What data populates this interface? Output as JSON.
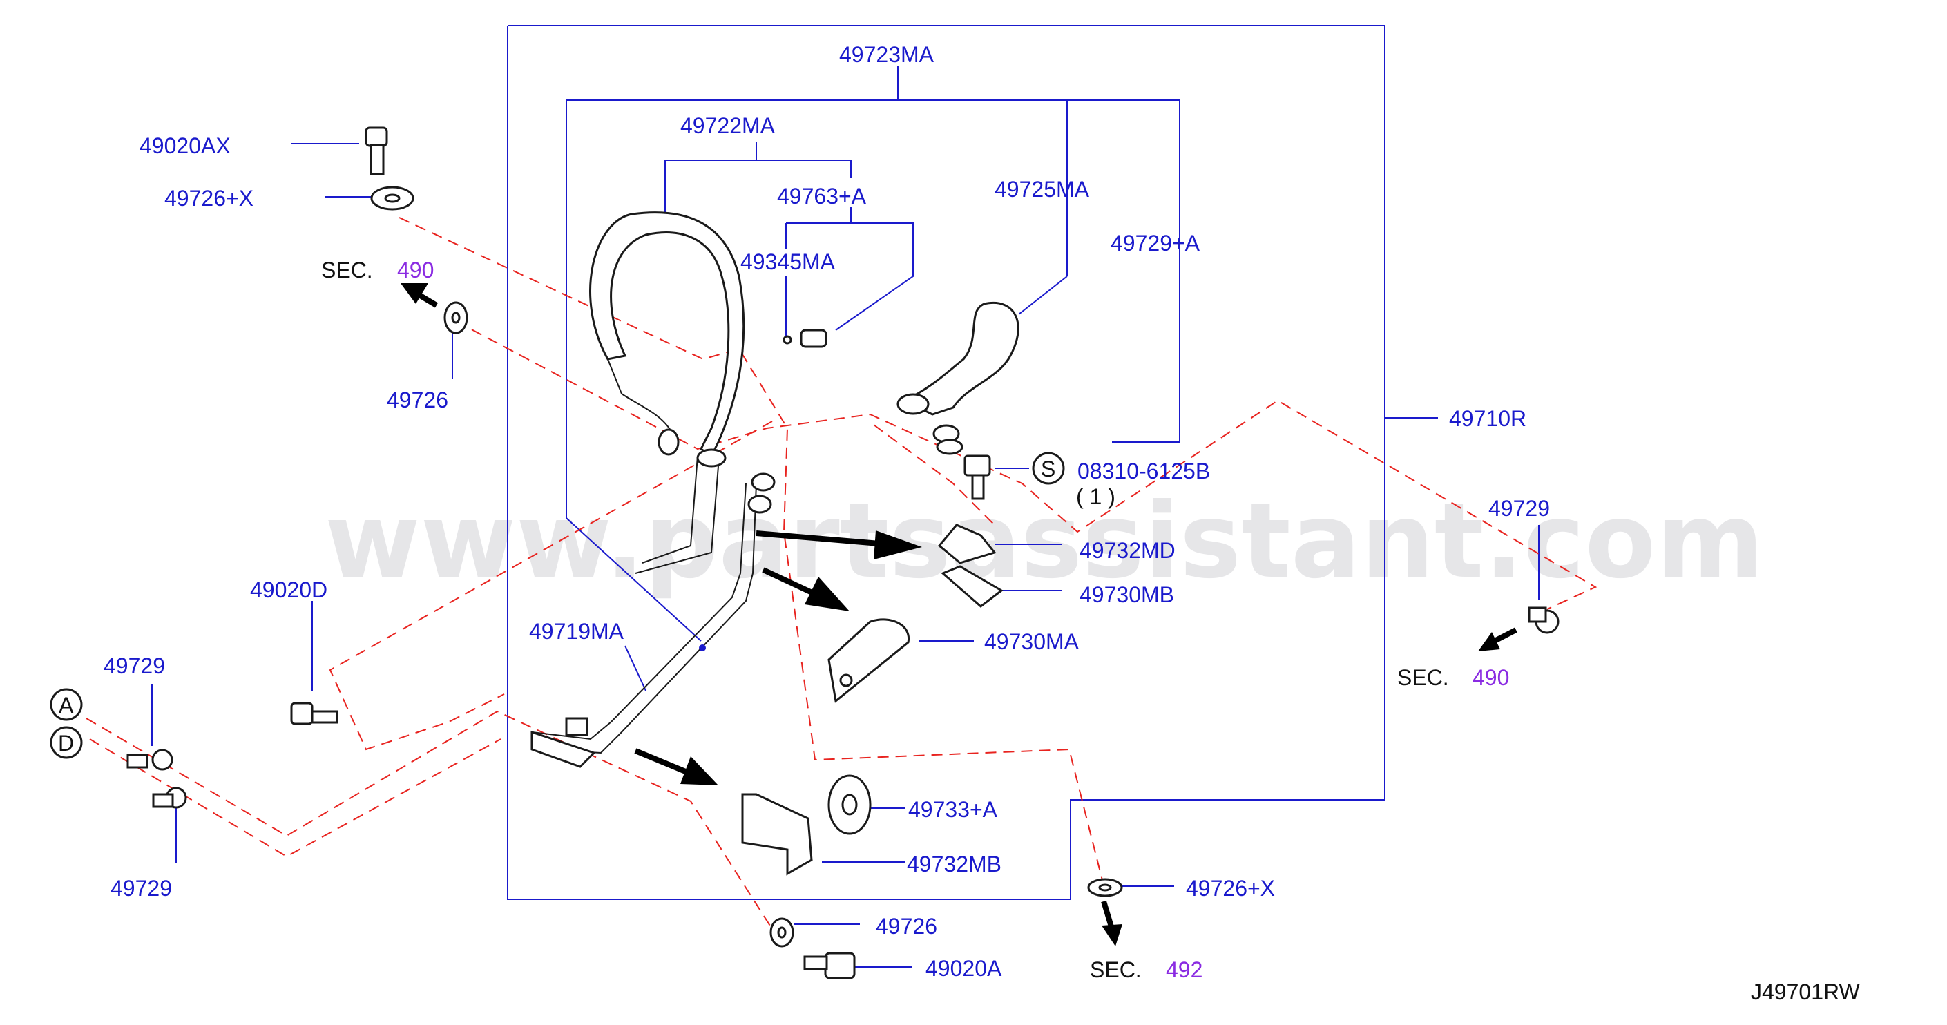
{
  "diagram": {
    "colors": {
      "part_number": "#1a1acc",
      "section_ref": "#8a2be2",
      "leader": "#1a1acc",
      "dashed_route": "#e8231f",
      "outline": "#1a1a1a"
    },
    "watermark": "www.partsassistant.com",
    "drawing_code": "J49701RW",
    "labels": {
      "p49723MA": "49723MA",
      "p49722MA": "49722MA",
      "p49763A": "49763+A",
      "p49345MA": "49345MA",
      "p49725MA": "49725MA",
      "p49729A": "49729+A",
      "p49020AX": "49020AX",
      "p49726X_top": "49726+X",
      "p49726_left": "49726",
      "p49710R": "49710R",
      "p08310": "08310-6125B",
      "qty": "( 1 )",
      "p49732MD": "49732MD",
      "p49730MB": "49730MB",
      "p49730MA": "49730MA",
      "p49729_right": "49729",
      "p49020D": "49020D",
      "p49719MA": "49719MA",
      "p49729_left_top": "49729",
      "p49729_left_bottom": "49729",
      "p49733A": "49733+A",
      "p49732MB": "49732MB",
      "p49726X_bottom": "49726+X",
      "p49726_bottom": "49726",
      "p49020A": "49020A"
    },
    "callouts": {
      "s": "S",
      "a": "A",
      "d": "D"
    },
    "sections": {
      "sec_label": "SEC.",
      "left_ref": "490",
      "right_ref": "490",
      "bottom_ref": "492"
    }
  }
}
